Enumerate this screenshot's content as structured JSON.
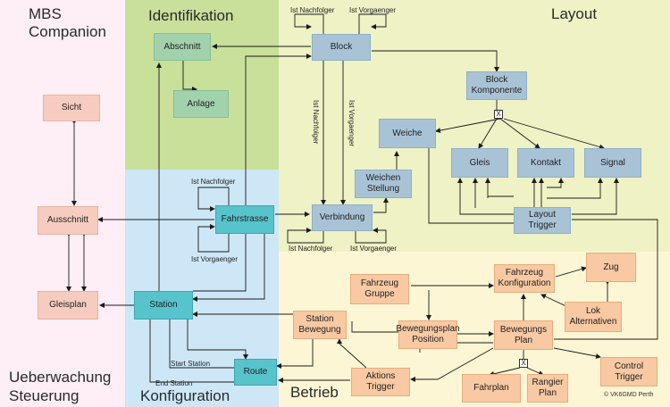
{
  "regions": {
    "companion": {
      "title": "MBS\nCompanion",
      "color": "#fdeff5"
    },
    "identifikation": {
      "title": "Identifikation",
      "color": "#c8e09a"
    },
    "layout": {
      "title": "Layout",
      "color": "#eef2c4"
    },
    "konfiguration": {
      "title": "Konfiguration",
      "color": "#cde7f7"
    },
    "betrieb": {
      "title": "Betrieb",
      "color": "#fdf6d4"
    },
    "ueberwachung": {
      "title": "Ueberwachung\nSteuerung"
    }
  },
  "nodes": {
    "sicht": "Sicht",
    "ausschnitt": "Ausschnitt",
    "gleisplan": "Gleisplan",
    "abschnitt": "Abschnitt",
    "anlage": "Anlage",
    "block": "Block",
    "block_komponente": "Block\nKomponente",
    "weiche": "Weiche",
    "gleis": "Gleis",
    "kontakt": "Kontakt",
    "signal": "Signal",
    "weichen_stellung": "Weichen\nStellung",
    "verbindung": "Verbindung",
    "layout_trigger": "Layout\nTrigger",
    "fahrstrasse": "Fahrstrasse",
    "station": "Station",
    "route": "Route",
    "station_bewegung": "Station\nBewegung",
    "fahrzeug_gruppe": "Fahrzeug\nGruppe",
    "fahrzeug_konfiguration": "Fahrzeug\nKonfiguration",
    "zug": "Zug",
    "lok_alternativen": "Lok\nAlternativen",
    "bewegungsplan_position": "Bewegungsplan\nPosition",
    "bewegungs_plan": "Bewegungs\nPlan",
    "control_trigger": "Control\nTrigger",
    "aktions_trigger": "Aktions\nTrigger",
    "fahrplan": "Fahrplan",
    "rangier_plan": "Rangier\nPlan"
  },
  "edge_labels": {
    "ist_nachfolger": "Ist Nachfolger",
    "ist_vorgaenger": "Ist Vorgaenger",
    "start_station": "Start Station",
    "end_station": "End Station"
  },
  "x_symbol": "X",
  "copyright": "© VK6GMD Perth",
  "colors": {
    "wire": "#1a1a1a",
    "blue_node": "#a9c3d6",
    "green_node": "#a2d2ad",
    "pink_node": "#f6ccc0",
    "orange_node": "#f8c9a2",
    "teal_node": "#57c3cb"
  }
}
